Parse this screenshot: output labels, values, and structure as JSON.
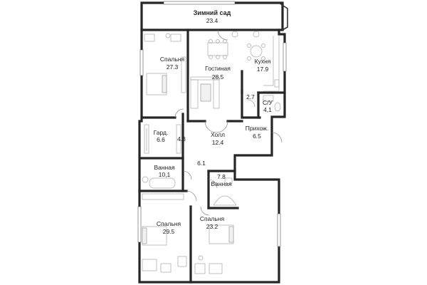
{
  "plan": {
    "rooms": [
      {
        "id": "winter-garden",
        "name": "Зимний сад",
        "area": "23.4"
      },
      {
        "id": "bedroom-1",
        "name": "Спальня",
        "area": "27.3"
      },
      {
        "id": "living",
        "name": "Гостиная",
        "area": "28.5"
      },
      {
        "id": "kitchen",
        "name": "Кухня",
        "area": "17.9"
      },
      {
        "id": "closet-small",
        "name": "",
        "area": "2.7"
      },
      {
        "id": "wc",
        "name": "С/У",
        "area": "4,1"
      },
      {
        "id": "wardrobe",
        "name": "Гард.",
        "area": "6.6"
      },
      {
        "id": "corridor-1",
        "name": "",
        "area": "4.3"
      },
      {
        "id": "hall",
        "name": "Холл",
        "area": "12.4"
      },
      {
        "id": "entrance",
        "name": "Прихож.",
        "area": "6.5"
      },
      {
        "id": "bath-1",
        "name": "Ванная",
        "area": "10,1"
      },
      {
        "id": "corridor-2",
        "name": "",
        "area": "6.1"
      },
      {
        "id": "bath-2",
        "name": "Ванная",
        "area": "7.8"
      },
      {
        "id": "bedroom-2",
        "name": "Спальня",
        "area": "29.5"
      },
      {
        "id": "bedroom-3",
        "name": "Спальня",
        "area": "23.2"
      }
    ]
  }
}
